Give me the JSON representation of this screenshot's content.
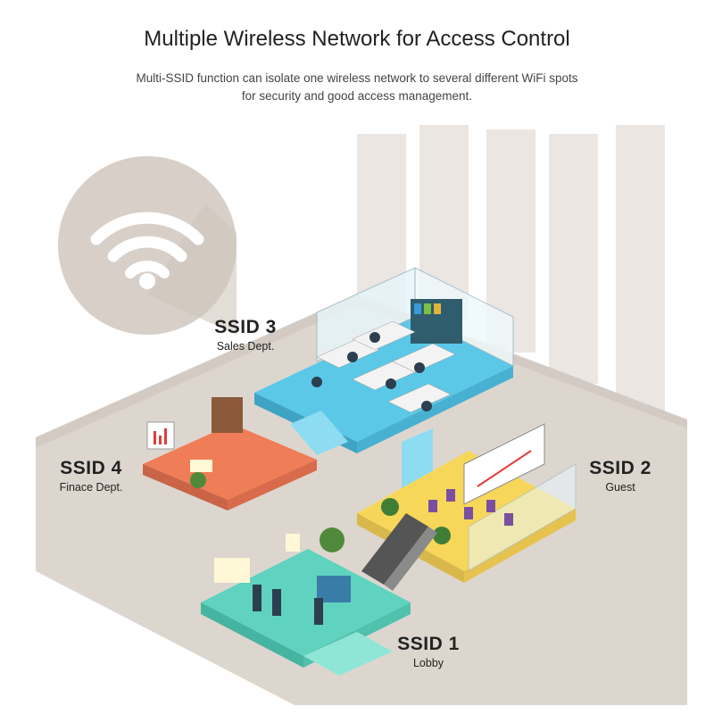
{
  "header": {
    "title": "Multiple Wireless Network for Access Control",
    "subtitle_line1": "Multi-SSID function can isolate one wireless network to several different WiFi spots",
    "subtitle_line2": "for security and good access management."
  },
  "zones": [
    {
      "ssid": "SSID 3",
      "dept": "Sales Dept.",
      "color": "#5bc8e8"
    },
    {
      "ssid": "SSID 4",
      "dept": "Finace Dept.",
      "color": "#ee7d58"
    },
    {
      "ssid": "SSID 2",
      "dept": "Guest",
      "color": "#f7d75a"
    },
    {
      "ssid": "SSID 1",
      "dept": "Lobby",
      "color": "#5fd3bf"
    }
  ],
  "icons": {
    "wifi": "wifi-icon"
  },
  "colors": {
    "background_floor": "#ddd6cf",
    "pillar": "#e9e4df",
    "wifi_circle": "#d8d0c8"
  }
}
